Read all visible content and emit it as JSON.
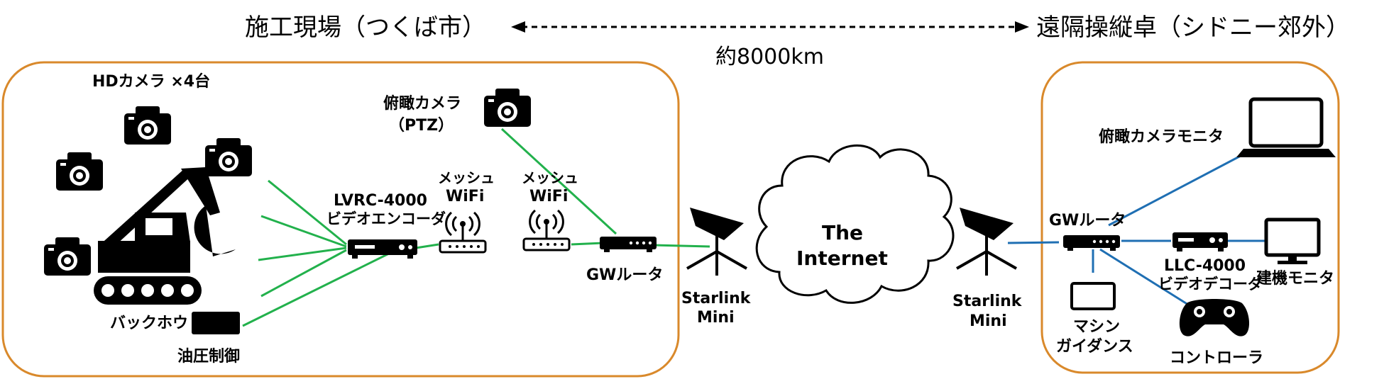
{
  "header": {
    "site_label": "施工現場（つくば市）",
    "distance_label": "約8000km",
    "remote_label": "遠隔操縦卓（シドニー郊外）"
  },
  "site": {
    "hd_camera_label": "HDカメラ ×4台",
    "overhead_camera_label_1": "俯瞰カメラ",
    "overhead_camera_label_2": "（PTZ）",
    "encoder_label_1": "LVRC-4000",
    "encoder_label_2": "ビデオエンコーダ",
    "mesh_wifi_1_label_1": "メッシュ",
    "mesh_wifi_1_label_2": "WiFi",
    "mesh_wifi_2_label_1": "メッシュ",
    "mesh_wifi_2_label_2": "WiFi",
    "gw_router_label": "GWルータ",
    "excavator_label": "バックホウ",
    "hydraulic_label": "油圧制御"
  },
  "network": {
    "starlink_left_label_1": "Starlink",
    "starlink_left_label_2": "Mini",
    "internet_label_1": "The",
    "internet_label_2": "Internet",
    "starlink_right_label_1": "Starlink",
    "starlink_right_label_2": "Mini"
  },
  "remote": {
    "overhead_monitor_label": "俯瞰カメラモニタ",
    "gw_router_label": "GWルータ",
    "decoder_label_1": "LLC-4000",
    "decoder_label_2": "ビデオデコーダ",
    "machine_monitor_label": "建機モニタ",
    "machine_guidance_label_1": "マシン",
    "machine_guidance_label_2": "ガイダンス",
    "controller_label": "コントローラ"
  },
  "colors": {
    "site_link": "#22b14c",
    "remote_link": "#1f6fb3",
    "frame": "#d9892b",
    "ink": "#000000"
  }
}
